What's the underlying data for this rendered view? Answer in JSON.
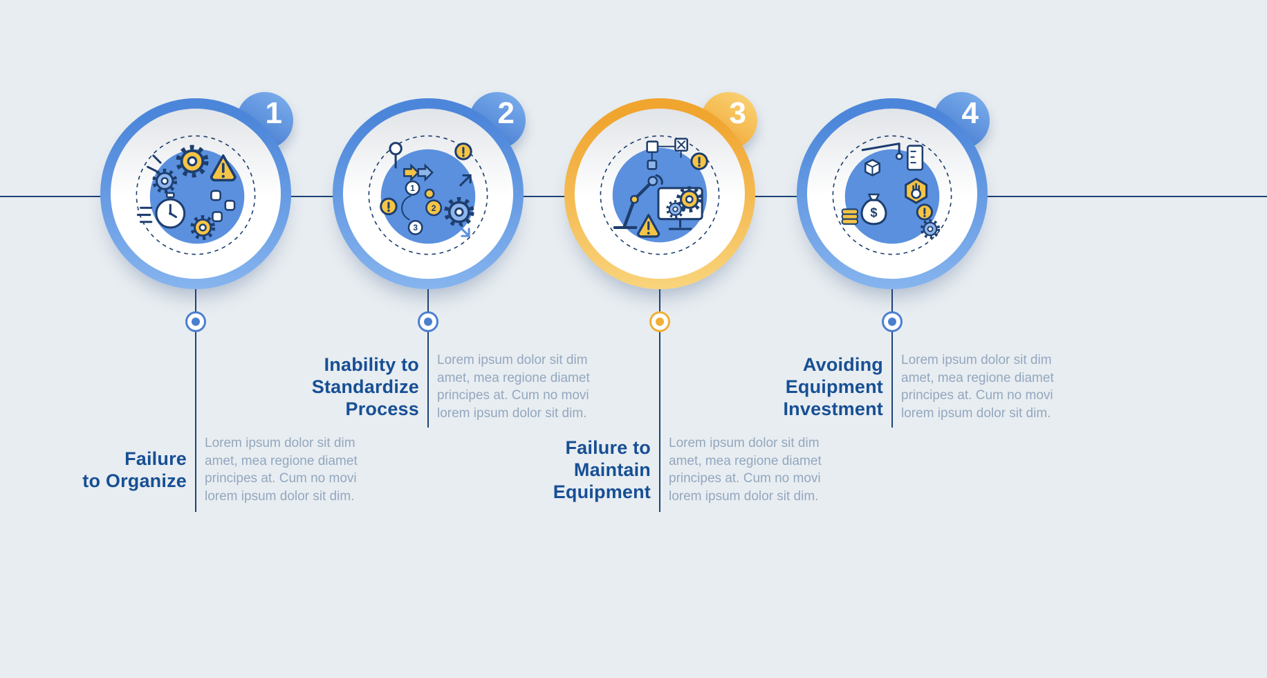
{
  "infographic": {
    "background_color": "#e8edf1",
    "timeline_color": "#1d4276",
    "title_color": "#174f94",
    "body_text_color": "#93a7bf",
    "blue_accent": "#4a7fd0",
    "yellow_accent": "#f2ae35",
    "steps": [
      {
        "number": "1",
        "title": "Failure\nto Organize",
        "description": "Lorem ipsum dolor sit dim amet, mea regione diamet principes at. Cum no movi lorem ipsum dolor sit dim.",
        "accent": "blue",
        "icon": "gears-warning-stopwatch"
      },
      {
        "number": "2",
        "title": "Inability to\nStandardize\nProcess",
        "description": "Lorem ipsum dolor sit dim amet, mea regione diamet principes at. Cum no movi lorem ipsum dolor sit dim.",
        "accent": "blue",
        "icon": "process-flow-numbered-gears"
      },
      {
        "number": "3",
        "title": "Failure to\nMaintain\nEquipment",
        "description": "Lorem ipsum dolor sit dim amet, mea regione diamet principes at. Cum no movi lorem ipsum dolor sit dim.",
        "accent": "yellow",
        "icon": "robot-arm-monitor-warning"
      },
      {
        "number": "4",
        "title": "Avoiding\nEquipment\nInvestment",
        "description": "Lorem ipsum dolor sit dim amet, mea regione diamet principes at. Cum no movi lorem ipsum dolor sit dim.",
        "accent": "blue",
        "icon": "money-bag-stop-hand-coins"
      }
    ]
  }
}
